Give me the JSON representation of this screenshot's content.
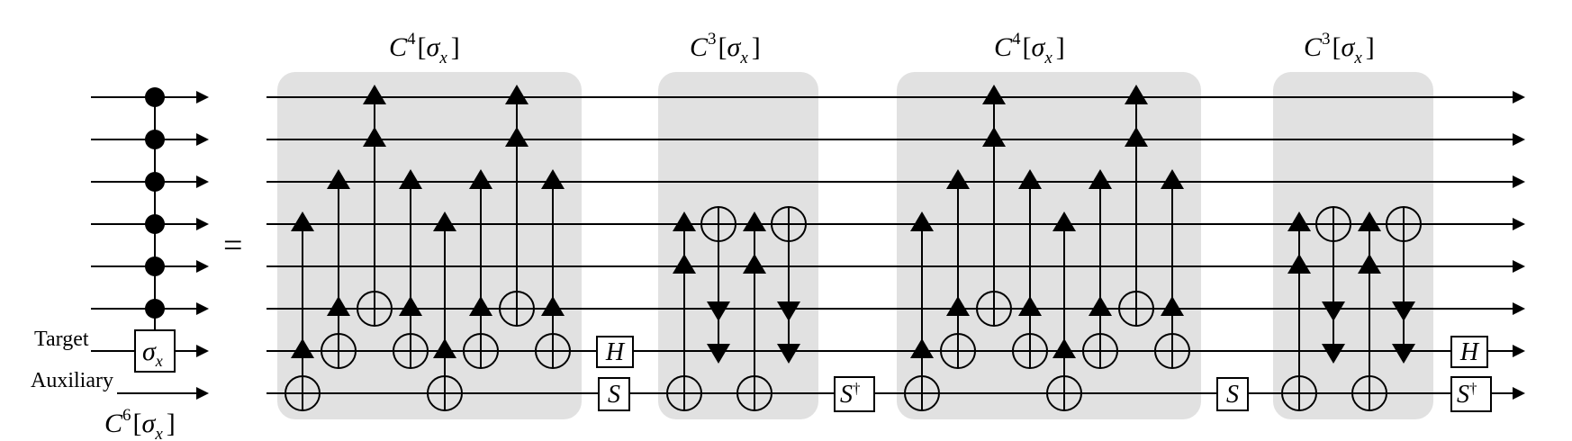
{
  "wire_labels": {
    "target": "Target",
    "auxiliary": "Auxiliary"
  },
  "equals_sign": "=",
  "lhs": {
    "gate": {
      "symbol": "σ",
      "sub": "x"
    },
    "caption": {
      "base": "C",
      "sup": "6",
      "open": "[",
      "symbol": "σ",
      "sub": "x",
      "close": "]"
    }
  },
  "blocks": [
    {
      "base": "C",
      "sup": "4",
      "open": "[",
      "symbol": "σ",
      "sub": "x",
      "close": "]"
    },
    {
      "base": "C",
      "sup": "3",
      "open": "[",
      "symbol": "σ",
      "sub": "x",
      "close": "]"
    },
    {
      "base": "C",
      "sup": "4",
      "open": "[",
      "symbol": "σ",
      "sub": "x",
      "close": "]"
    },
    {
      "base": "C",
      "sup": "3",
      "open": "[",
      "symbol": "σ",
      "sub": "x",
      "close": "]"
    }
  ],
  "gates": {
    "h1": {
      "text": "H"
    },
    "s1": {
      "text": "S"
    },
    "sdag1": {
      "text": "S",
      "sup": "†"
    },
    "s2": {
      "text": "S"
    },
    "h2": {
      "text": "H"
    },
    "sdag2": {
      "text": "S",
      "sup": "†"
    }
  },
  "colors": {
    "block_shading": "#e1e1e1",
    "ink": "#000000"
  }
}
